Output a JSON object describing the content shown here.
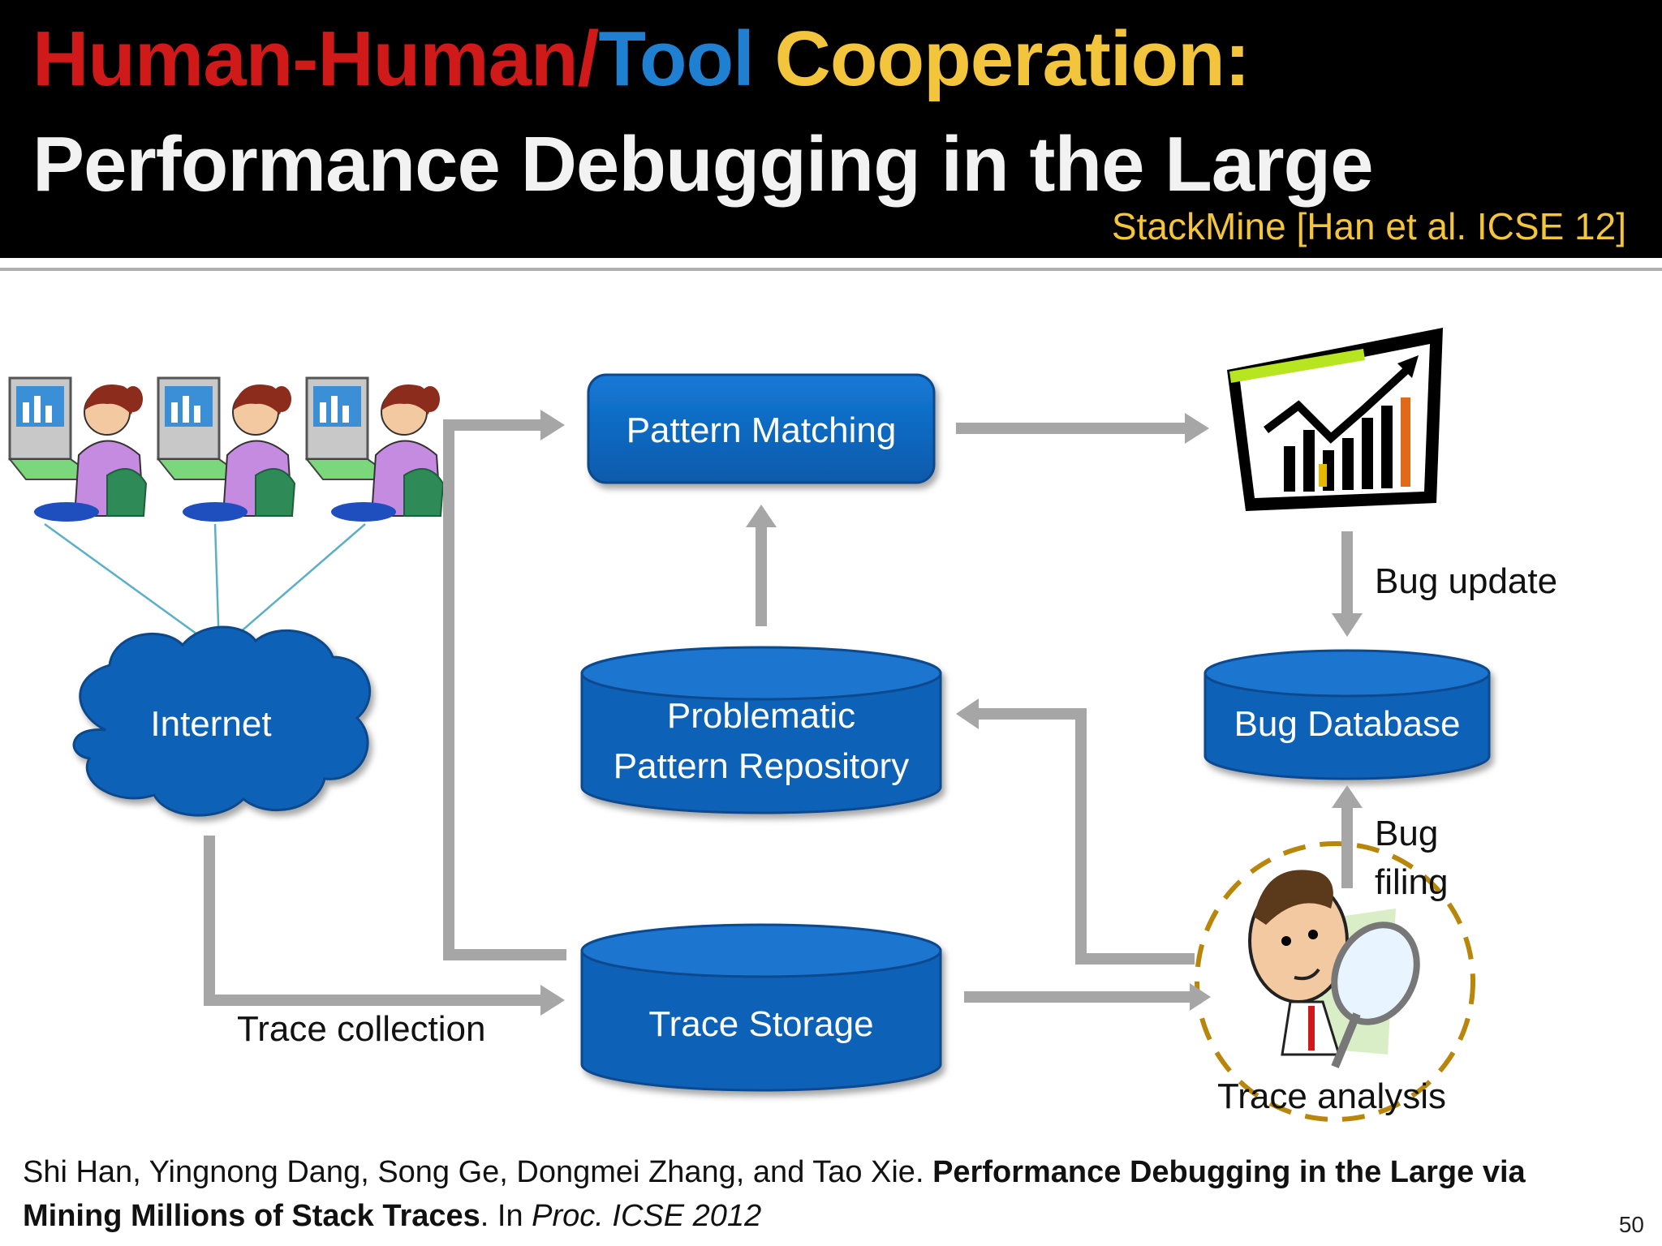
{
  "title": {
    "part_red": "Human-Human/",
    "part_blue": "Tool",
    "part_gold": " Cooperation:",
    "line2": "Performance Debugging in the Large",
    "citation": "StackMine [Han et al. ICSE 12]"
  },
  "colors": {
    "title_red": "#d01a1a",
    "title_blue": "#1f7fd1",
    "title_gold": "#f2c53d",
    "node_fill": "#0b62b8",
    "arrow_gray": "#a6a6a6",
    "connector_teal": "#5bb0c8",
    "magnifier_ring": "#b8860b"
  },
  "nodes": {
    "internet": "Internet",
    "pattern_matching": "Pattern Matching",
    "repository_line1": "Problematic",
    "repository_line2": "Pattern Repository",
    "trace_storage": "Trace Storage",
    "bug_database": "Bug Database"
  },
  "edge_labels": {
    "trace_collection": "Trace collection",
    "bug_update": "Bug update",
    "bug_filing_line1": "Bug",
    "bug_filing_line2": "filing",
    "trace_analysis": "Trace analysis"
  },
  "icons": [
    "user-at-computer-icon",
    "cloud-icon",
    "chart-report-icon",
    "analyst-magnifier-icon"
  ],
  "reference": {
    "authors": "Shi Han, Yingnong Dang, Song Ge, Dongmei Zhang, and Tao Xie. ",
    "paper_title": "Performance Debugging in the Large via Mining Millions of Stack Traces",
    "mid": ". In ",
    "venue": "Proc. ICSE 2012"
  },
  "page_number": "50"
}
